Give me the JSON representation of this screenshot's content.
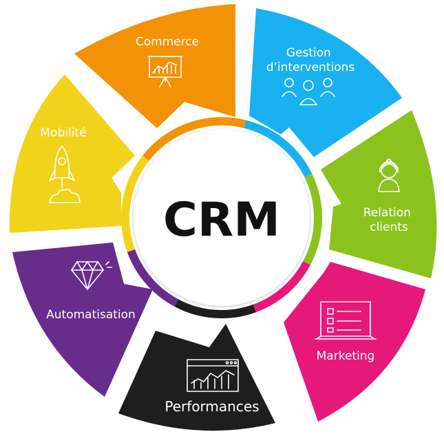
{
  "center": {
    "title": "CRM"
  },
  "segments": [
    {
      "id": "commerce",
      "label_lines": [
        "Commerce"
      ],
      "color": "#F29204",
      "icon": "presentation-chart-icon"
    },
    {
      "id": "gestion",
      "label_lines": [
        "Gestion",
        "d’interventions"
      ],
      "color": "#1AB1F1",
      "icon": "team-people-icon"
    },
    {
      "id": "relation",
      "label_lines": [
        "Relation",
        "clients"
      ],
      "color": "#8CC21E",
      "icon": "headset-woman-icon"
    },
    {
      "id": "marketing",
      "label_lines": [
        "Marketing"
      ],
      "color": "#E6197A",
      "icon": "laptop-checklist-icon"
    },
    {
      "id": "performances",
      "label_lines": [
        "Performances"
      ],
      "color": "#1E1E1E",
      "icon": "browser-graph-icon"
    },
    {
      "id": "automatisation",
      "label_lines": [
        "Automatisation"
      ],
      "color": "#682C8B",
      "icon": "diamond-icon"
    },
    {
      "id": "mobilite",
      "label_lines": [
        "Mobilité"
      ],
      "color": "#F2D31B",
      "icon": "rocket-icon"
    }
  ]
}
